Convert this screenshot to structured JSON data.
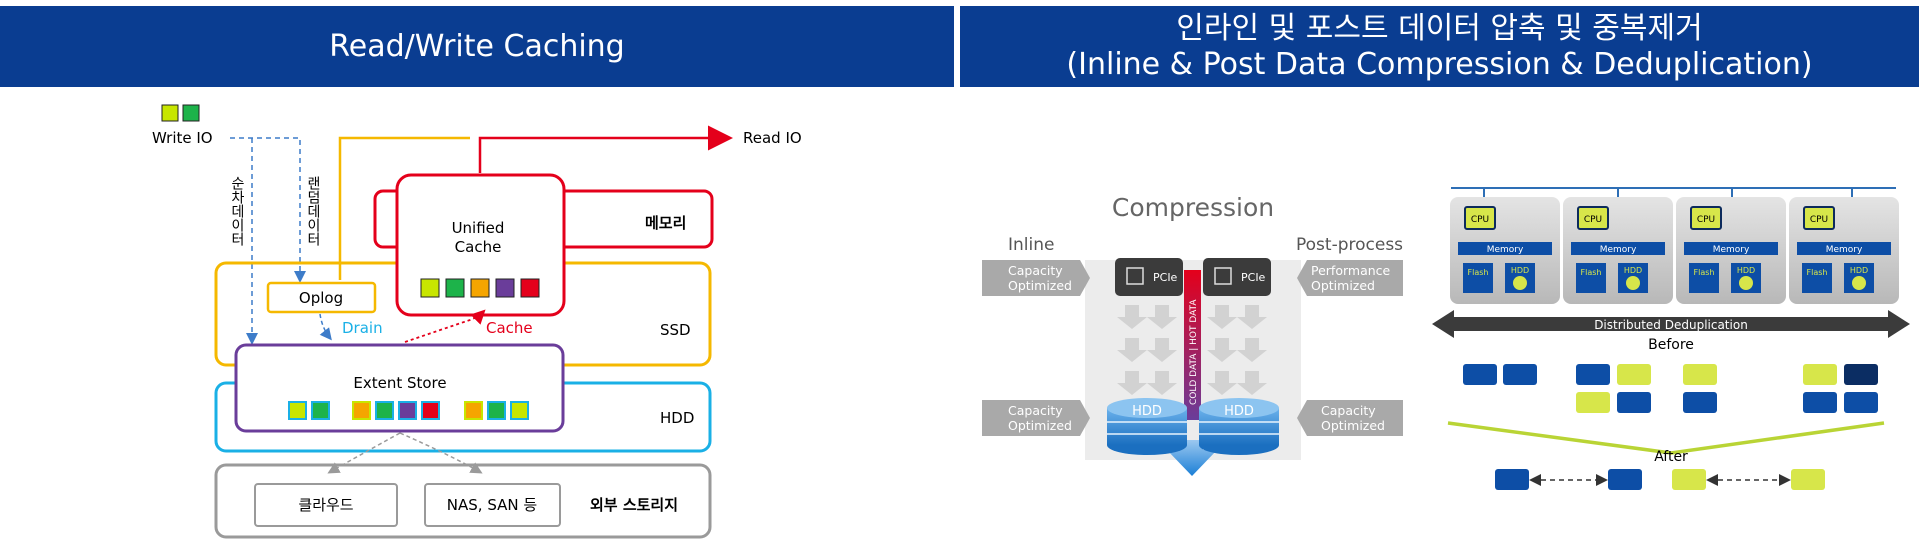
{
  "left": {
    "title": "Read/Write Caching",
    "write_io": "Write IO",
    "read_io": "Read IO",
    "sequential": "순차데이터",
    "random": "랜덤데이터",
    "unified_cache": [
      "Unified",
      "Cache"
    ],
    "memory": "메모리",
    "oplog": "Oplog",
    "drain": "Drain",
    "cache": "Cache",
    "ssd": "SSD",
    "extent_store": "Extent Store",
    "hdd": "HDD",
    "cloud": "클라우드",
    "nas_san": "NAS, SAN 등",
    "external": "외부 스토리지"
  },
  "right": {
    "title_line1": "인라인 및 포스트 데이터 압축 및 중복제거",
    "title_line2": "(Inline & Post Data Compression & Deduplication)",
    "compression": "Compression",
    "inline": "Inline",
    "post_process": "Post-process",
    "cap_opt_1": [
      "Capacity",
      "Optimized"
    ],
    "perf_opt": [
      "Performance",
      "Optimized"
    ],
    "cap_opt_2": [
      "Capacity",
      "Optimized"
    ],
    "cap_opt_3": [
      "Capacity",
      "Optimized"
    ],
    "pcie": "PCIe",
    "cold_hot": "COLD DATA | HOT DATA",
    "hdd": "HDD",
    "cpu": "CPU",
    "memory": "Memory",
    "flash": "Flash",
    "hdd_small": "HDD",
    "distributed_dedup": "Distributed Deduplication",
    "before": "Before",
    "after": "After"
  },
  "colors": {
    "banner": "#0a3d91",
    "yellow": "#f5b800",
    "red": "#e4001b",
    "purple": "#6a3d9a",
    "cyan": "#1ab0e6",
    "gray": "#9a9a9a",
    "block_blue": "#0d4ea6",
    "block_lime": "#d7e64a"
  }
}
